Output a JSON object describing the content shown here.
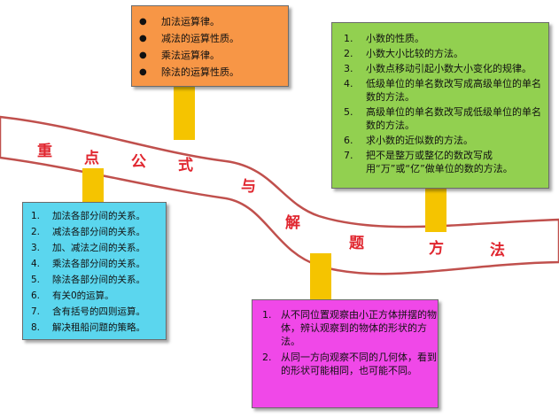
{
  "title_chars": [
    "重",
    "点",
    "公",
    "式",
    "与",
    "解",
    "题",
    "方",
    "法"
  ],
  "colors": {
    "road_fill": "#ffffff",
    "road_edge": "#c0504d",
    "title_text": "#e0262f",
    "post": "#f5c400",
    "orange_card": "#f79646",
    "green_card": "#92d050",
    "cyan_card": "#5bd6ee",
    "pink_card": "#f048e8"
  },
  "orange_box": {
    "bullet": "●",
    "items": [
      "加法运算律。",
      "减法的运算性质。",
      "乘法运算律。",
      "除法的运算性质。"
    ]
  },
  "green_box": {
    "items": [
      {
        "num": "1.",
        "text": "小数的性质。"
      },
      {
        "num": "2.",
        "text": "小数大小比较的方法。"
      },
      {
        "num": "3.",
        "text": "小数点移动引起小数大小变化的规律。"
      },
      {
        "num": "4.",
        "text": "低级单位的单名数改写成高级单位的单名数的方法。"
      },
      {
        "num": "5.",
        "text": "高级单位的单名数改写成低级单位的单名数的方法。"
      },
      {
        "num": "6.",
        "text": "求小数的近似数的方法。"
      },
      {
        "num": "7.",
        "text": "把不是整万或整亿的数改写成用“万”或“亿”做单位的数的方法。"
      }
    ]
  },
  "cyan_box": {
    "items": [
      {
        "num": "1.",
        "text": "加法各部分间的关系。"
      },
      {
        "num": "2.",
        "text": "减法各部分间的关系。"
      },
      {
        "num": "3.",
        "text": "加、减法之间的关系。"
      },
      {
        "num": "4.",
        "text": "乘法各部分间的关系。"
      },
      {
        "num": "5.",
        "text": "除法各部分间的关系。"
      },
      {
        "num": "6.",
        "text": "有关0的运算。"
      },
      {
        "num": "7.",
        "text": "含有括号的四则运算。"
      },
      {
        "num": "8.",
        "text": "解决租船问题的策略。"
      }
    ]
  },
  "pink_box": {
    "items": [
      {
        "num": "1.",
        "text": "从不同位置观察由小正方体拼摆的物体，辨认观察到的物体的形状的方法。"
      },
      {
        "num": "2.",
        "text": "从同一方向观察不同的几何体，看到的形状可能相同，也可能不同。"
      }
    ]
  }
}
